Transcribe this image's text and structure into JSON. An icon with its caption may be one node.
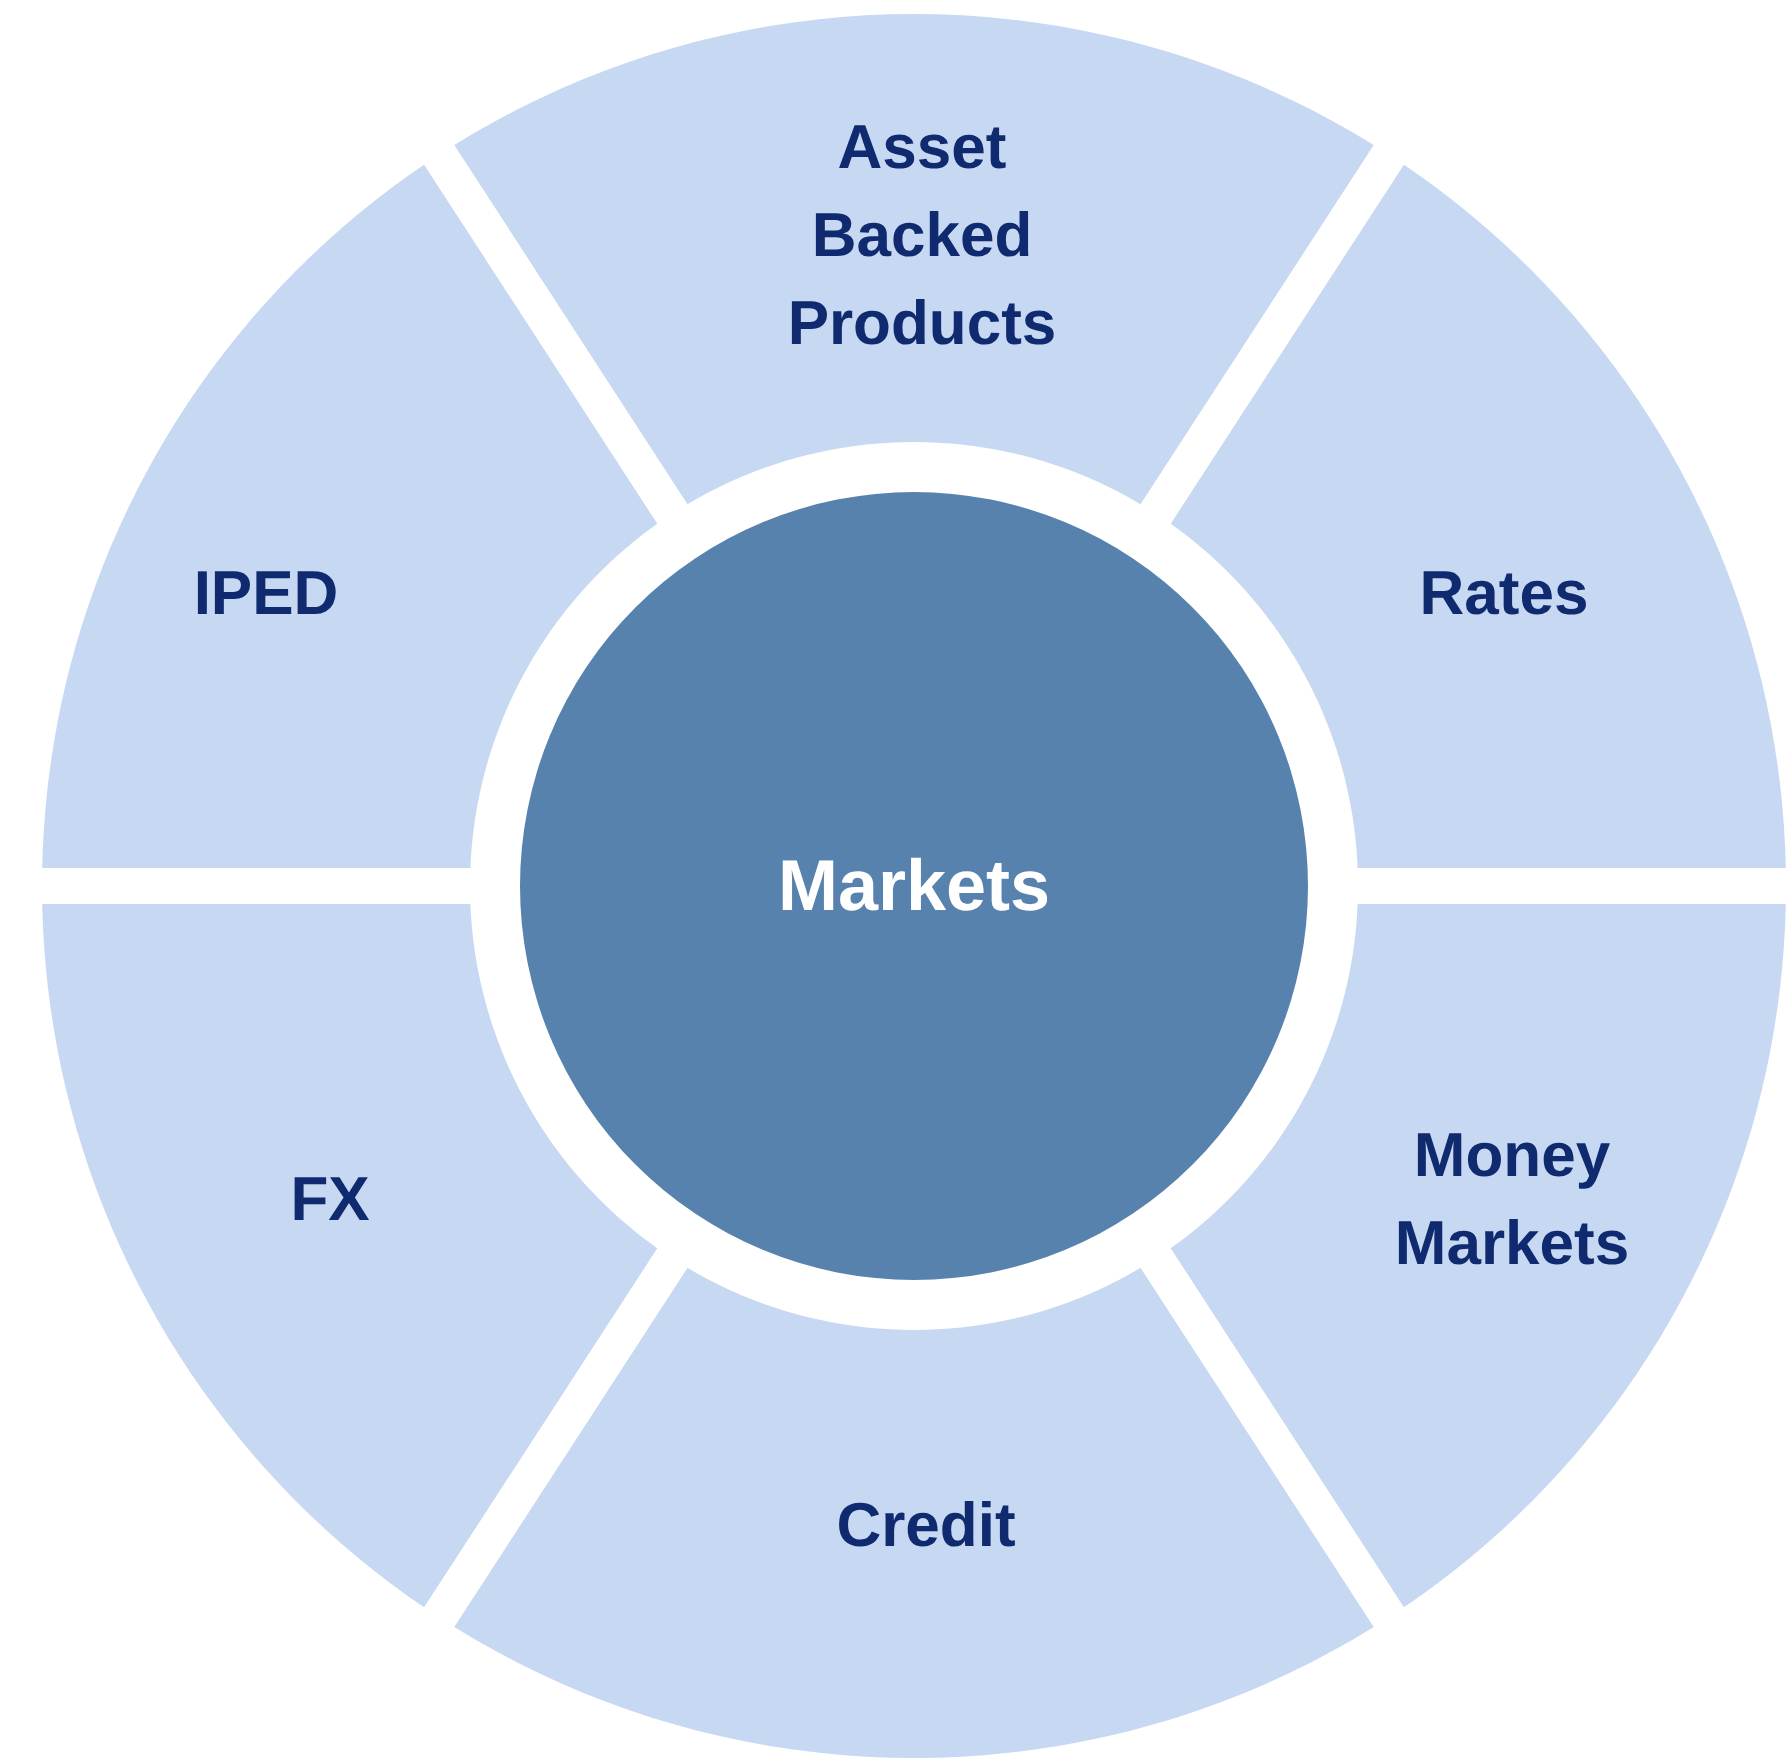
{
  "diagram": {
    "nodes": [
      {
        "text": [
          "Asset Backed Products"
        ]
      },
      {
        "text": [
          "IPED"
        ]
      },
      {
        "text": [
          "Rates"
        ]
      },
      {
        "text": [
          "Markets"
        ]
      },
      {
        "text": [
          "FX"
        ]
      },
      {
        "text": [
          "Money Markets"
        ]
      },
      {
        "text": [
          "Credit"
        ]
      }
    ]
  }
}
